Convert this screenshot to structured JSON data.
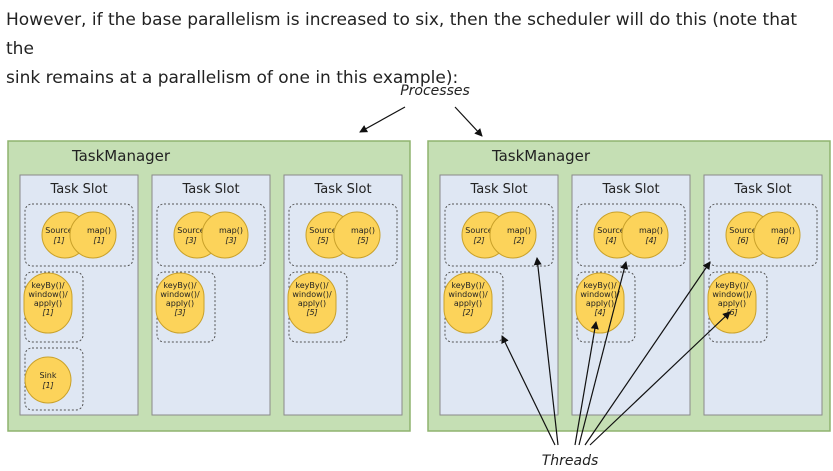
{
  "intro": {
    "line1": "However, if the base parallelism is increased to six, then the scheduler will do this (note that the",
    "line2": "sink remains at a parallelism of one in this example):"
  },
  "labels": {
    "processes": "Processes",
    "threads": "Threads"
  },
  "colors": {
    "tm_fill": "#c5dfb4",
    "tm_border": "#8fb36e",
    "slot_fill": "#dfe7f3",
    "slot_border": "#8a8a8a",
    "operator_fill": "#fcd35a",
    "operator_border": "#c9a12a"
  },
  "task_managers": [
    {
      "title": "TaskManager",
      "slots": [
        {
          "title": "Task Slot",
          "source": [
            "Source",
            "[1]"
          ],
          "map": [
            "map()",
            "[1]"
          ],
          "window": [
            "keyBy()/",
            "window()/",
            "apply()",
            "[1]"
          ],
          "sink": [
            "Sink",
            "[1]"
          ]
        },
        {
          "title": "Task Slot",
          "source": [
            "Source",
            "[3]"
          ],
          "map": [
            "map()",
            "[3]"
          ],
          "window": [
            "keyBy()/",
            "window()/",
            "apply()",
            "[3]"
          ]
        },
        {
          "title": "Task Slot",
          "source": [
            "Source",
            "[5]"
          ],
          "map": [
            "map()",
            "[5]"
          ],
          "window": [
            "keyBy()/",
            "window()/",
            "apply()",
            "[5]"
          ]
        }
      ]
    },
    {
      "title": "TaskManager",
      "slots": [
        {
          "title": "Task Slot",
          "source": [
            "Source",
            "[2]"
          ],
          "map": [
            "map()",
            "[2]"
          ],
          "window": [
            "keyBy()/",
            "window()/",
            "apply()",
            "[2]"
          ]
        },
        {
          "title": "Task Slot",
          "source": [
            "Source",
            "[4]"
          ],
          "map": [
            "map()",
            "[4]"
          ],
          "window": [
            "keyBy()/",
            "window()/",
            "apply()",
            "[4]"
          ]
        },
        {
          "title": "Task Slot",
          "source": [
            "Source",
            "[6]"
          ],
          "map": [
            "map()",
            "[6]"
          ],
          "window": [
            "keyBy()/",
            "window()/",
            "apply()",
            "[6]"
          ]
        }
      ]
    }
  ]
}
